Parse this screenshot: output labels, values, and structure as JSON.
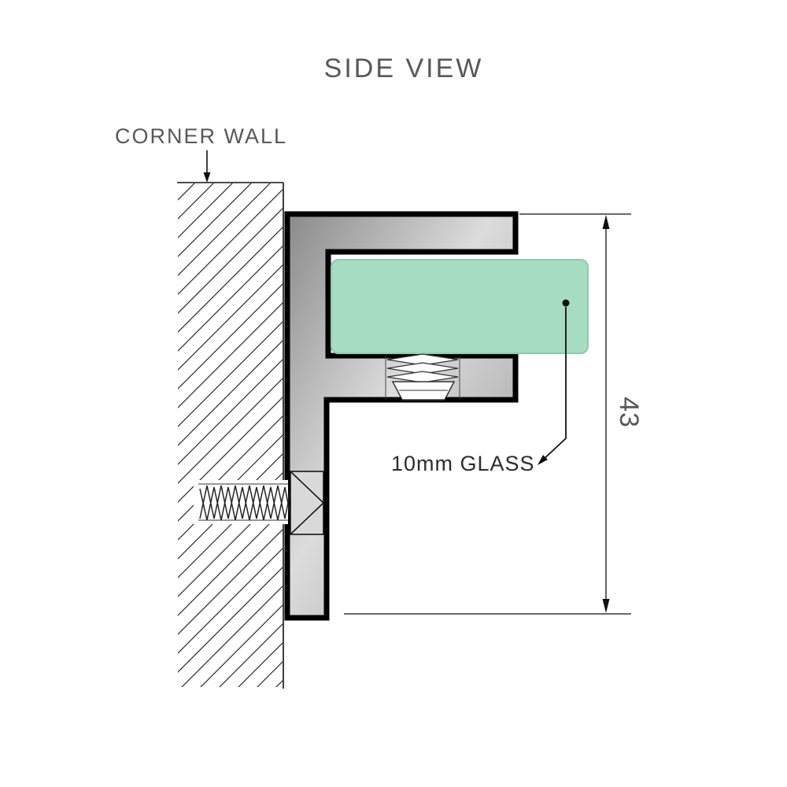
{
  "title": "SIDE VIEW",
  "labels": {
    "corner_wall": "CORNER WALL",
    "glass": "10mm GLASS"
  },
  "dimension": {
    "value": "43"
  },
  "colors": {
    "background": "#ffffff",
    "outline": "#000000",
    "line": "#111111",
    "label_text": "#58585a",
    "dark_text": "#2c2c2c",
    "metal_dark": "#8a8a8a",
    "metal_mid": "#dcdcdc",
    "metal_dark2": "#9a9a9a",
    "glass_fill": "#a6dcc2",
    "glass_stroke": "#8fc9ad",
    "screw_fill": "#ffffff",
    "screw_head_fill": "#d9d9d9"
  }
}
